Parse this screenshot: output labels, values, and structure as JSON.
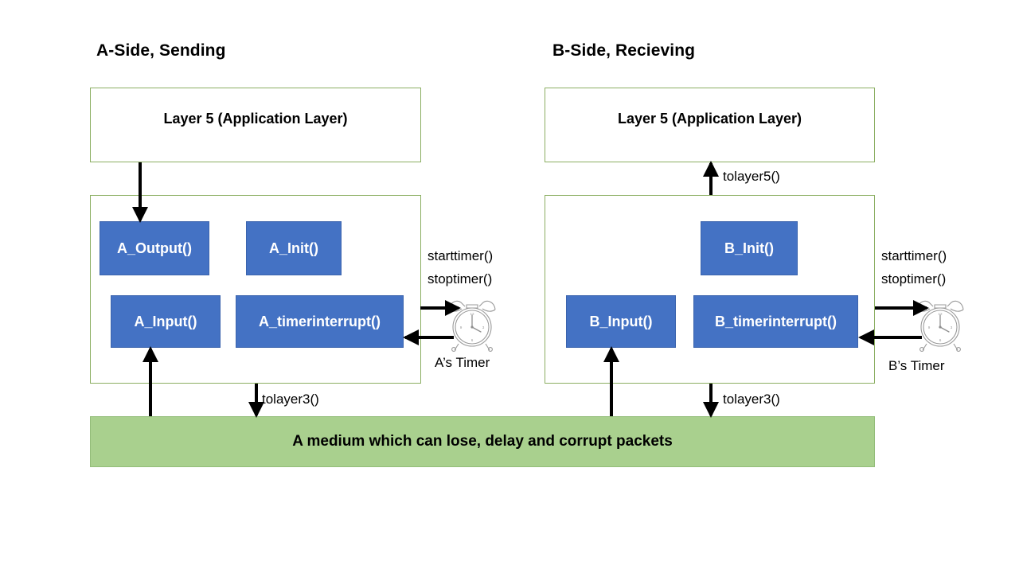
{
  "diagram": {
    "title_a": "A-Side, Sending",
    "title_b": "B-Side, Recieving",
    "layer5_a": "Layer 5 (Application Layer)",
    "layer5_b": "Layer 5 (Application Layer)",
    "medium_label": "A medium which can lose, delay and corrupt packets",
    "colors": {
      "function_box": "#4472C4",
      "panel_border": "#8BAE62",
      "medium_fill": "#A9D08E",
      "arrow": "#000000",
      "text": "#000000"
    }
  },
  "side_a": {
    "functions": [
      {
        "name": "a-output",
        "label": "A_Output()"
      },
      {
        "name": "a-init",
        "label": "A_Init()"
      },
      {
        "name": "a-input",
        "label": "A_Input()"
      },
      {
        "name": "a-timerinterrupt",
        "label": "A_timerinterrupt()"
      }
    ],
    "timer": {
      "icon": "alarm-clock-icon",
      "caption": "A’s Timer",
      "calls": [
        "starttimer()",
        "stoptimer()"
      ]
    },
    "arrows": [
      {
        "name": "layer5-to-a-output",
        "label": ""
      },
      {
        "name": "a-output-to-medium",
        "label": "tolayer3()"
      },
      {
        "name": "medium-to-a-input",
        "label": ""
      },
      {
        "name": "a-to-timer",
        "label": ""
      },
      {
        "name": "timer-to-a-timerinterrupt",
        "label": ""
      }
    ]
  },
  "side_b": {
    "functions": [
      {
        "name": "b-init",
        "label": "B_Init()"
      },
      {
        "name": "b-input",
        "label": "B_Input()"
      },
      {
        "name": "b-timerinterrupt",
        "label": "B_timerinterrupt()"
      }
    ],
    "timer": {
      "icon": "alarm-clock-icon",
      "caption": "B’s Timer",
      "calls": [
        "starttimer()",
        "stoptimer()"
      ]
    },
    "arrows": [
      {
        "name": "b-to-layer5",
        "label": "tolayer5()"
      },
      {
        "name": "medium-to-b-input",
        "label": ""
      },
      {
        "name": "b-to-medium",
        "label": "tolayer3()"
      },
      {
        "name": "b-to-timer",
        "label": ""
      },
      {
        "name": "timer-to-b-timerinterrupt",
        "label": ""
      }
    ]
  }
}
